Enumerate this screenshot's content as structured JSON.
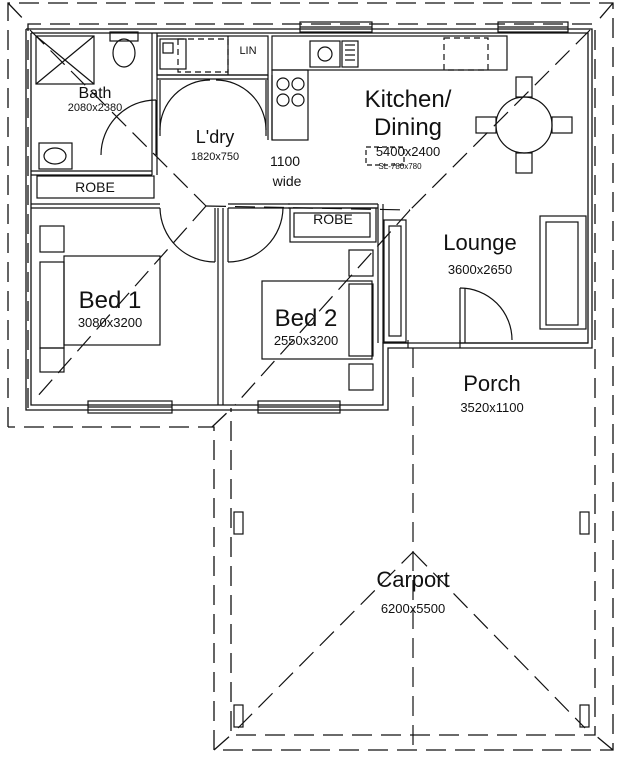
{
  "rooms": {
    "bath": {
      "name": "Bath",
      "size": "2080x2380"
    },
    "laundry": {
      "name": "L'dry",
      "size": "1820x750"
    },
    "kitchen": {
      "name_line1": "Kitchen/",
      "name_line2": "Dining",
      "size": "5400x2400",
      "note": "SL-780x780"
    },
    "lounge": {
      "name": "Lounge",
      "size": "3600x2650"
    },
    "bed1": {
      "name": "Bed 1",
      "size": "3080x3200"
    },
    "bed2": {
      "name": "Bed 2",
      "size": "2550x3200"
    },
    "porch": {
      "name": "Porch",
      "size": "3520x1100"
    },
    "carport": {
      "name": "Carport",
      "size": "6200x5500"
    }
  },
  "hall": {
    "width": "1100",
    "label": "wide"
  },
  "fixtures": {
    "linen": "LIN",
    "robe": "ROBE"
  }
}
